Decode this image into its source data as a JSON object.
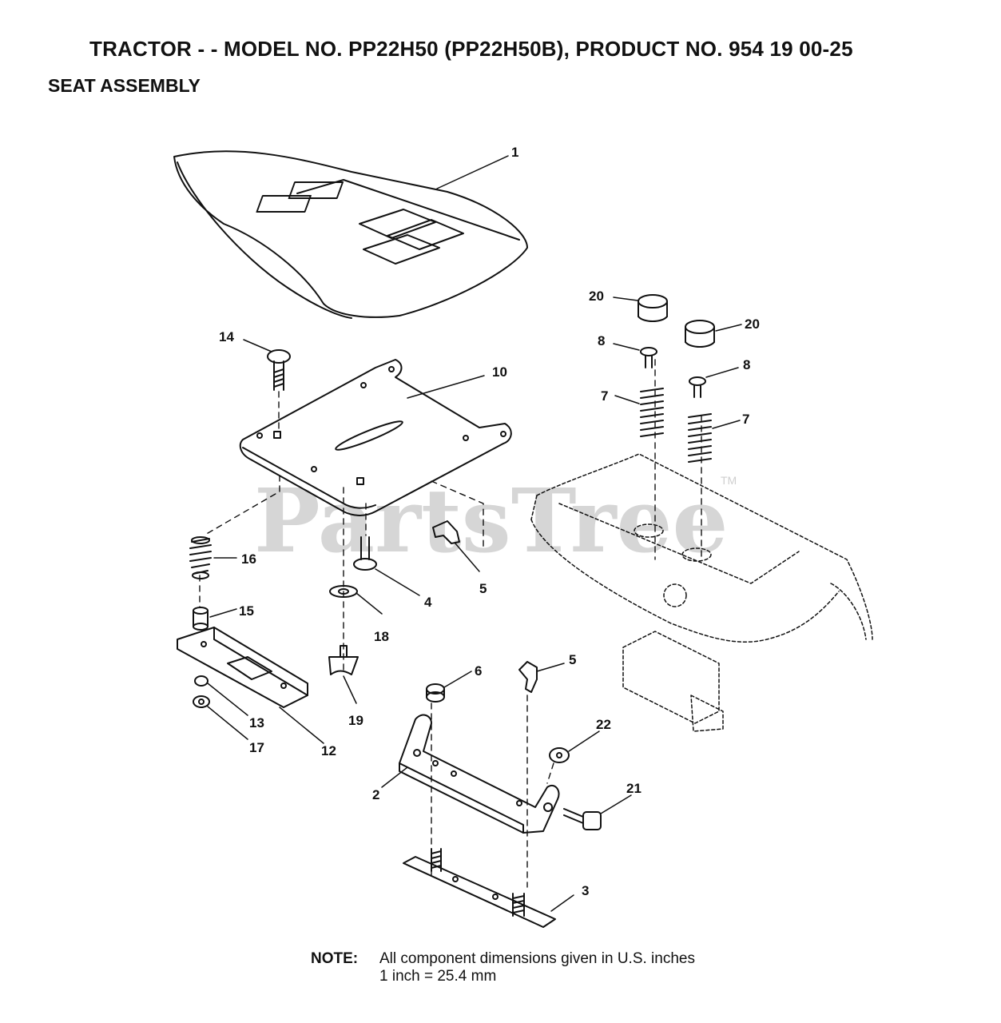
{
  "header": {
    "title": "TRACTOR - - MODEL NO. PP22H50 (PP22H50B), PRODUCT NO. 954 19 00-25",
    "subtitle": "SEAT ASSEMBLY"
  },
  "watermark": {
    "text": "PartsTree",
    "trademark": "TM"
  },
  "callouts": {
    "c1": "1",
    "c2": "2",
    "c3": "3",
    "c4": "4",
    "c5a": "5",
    "c5b": "5",
    "c6": "6",
    "c7a": "7",
    "c7b": "7",
    "c8a": "8",
    "c8b": "8",
    "c10": "10",
    "c12": "12",
    "c13": "13",
    "c14": "14",
    "c15": "15",
    "c16": "16",
    "c17": "17",
    "c18": "18",
    "c19": "19",
    "c20a": "20",
    "c20b": "20",
    "c21": "21",
    "c22": "22"
  },
  "note": {
    "label": "NOTE:",
    "line1": "All component dimensions given in U.S. inches",
    "line2": "1 inch = 25.4 mm"
  }
}
